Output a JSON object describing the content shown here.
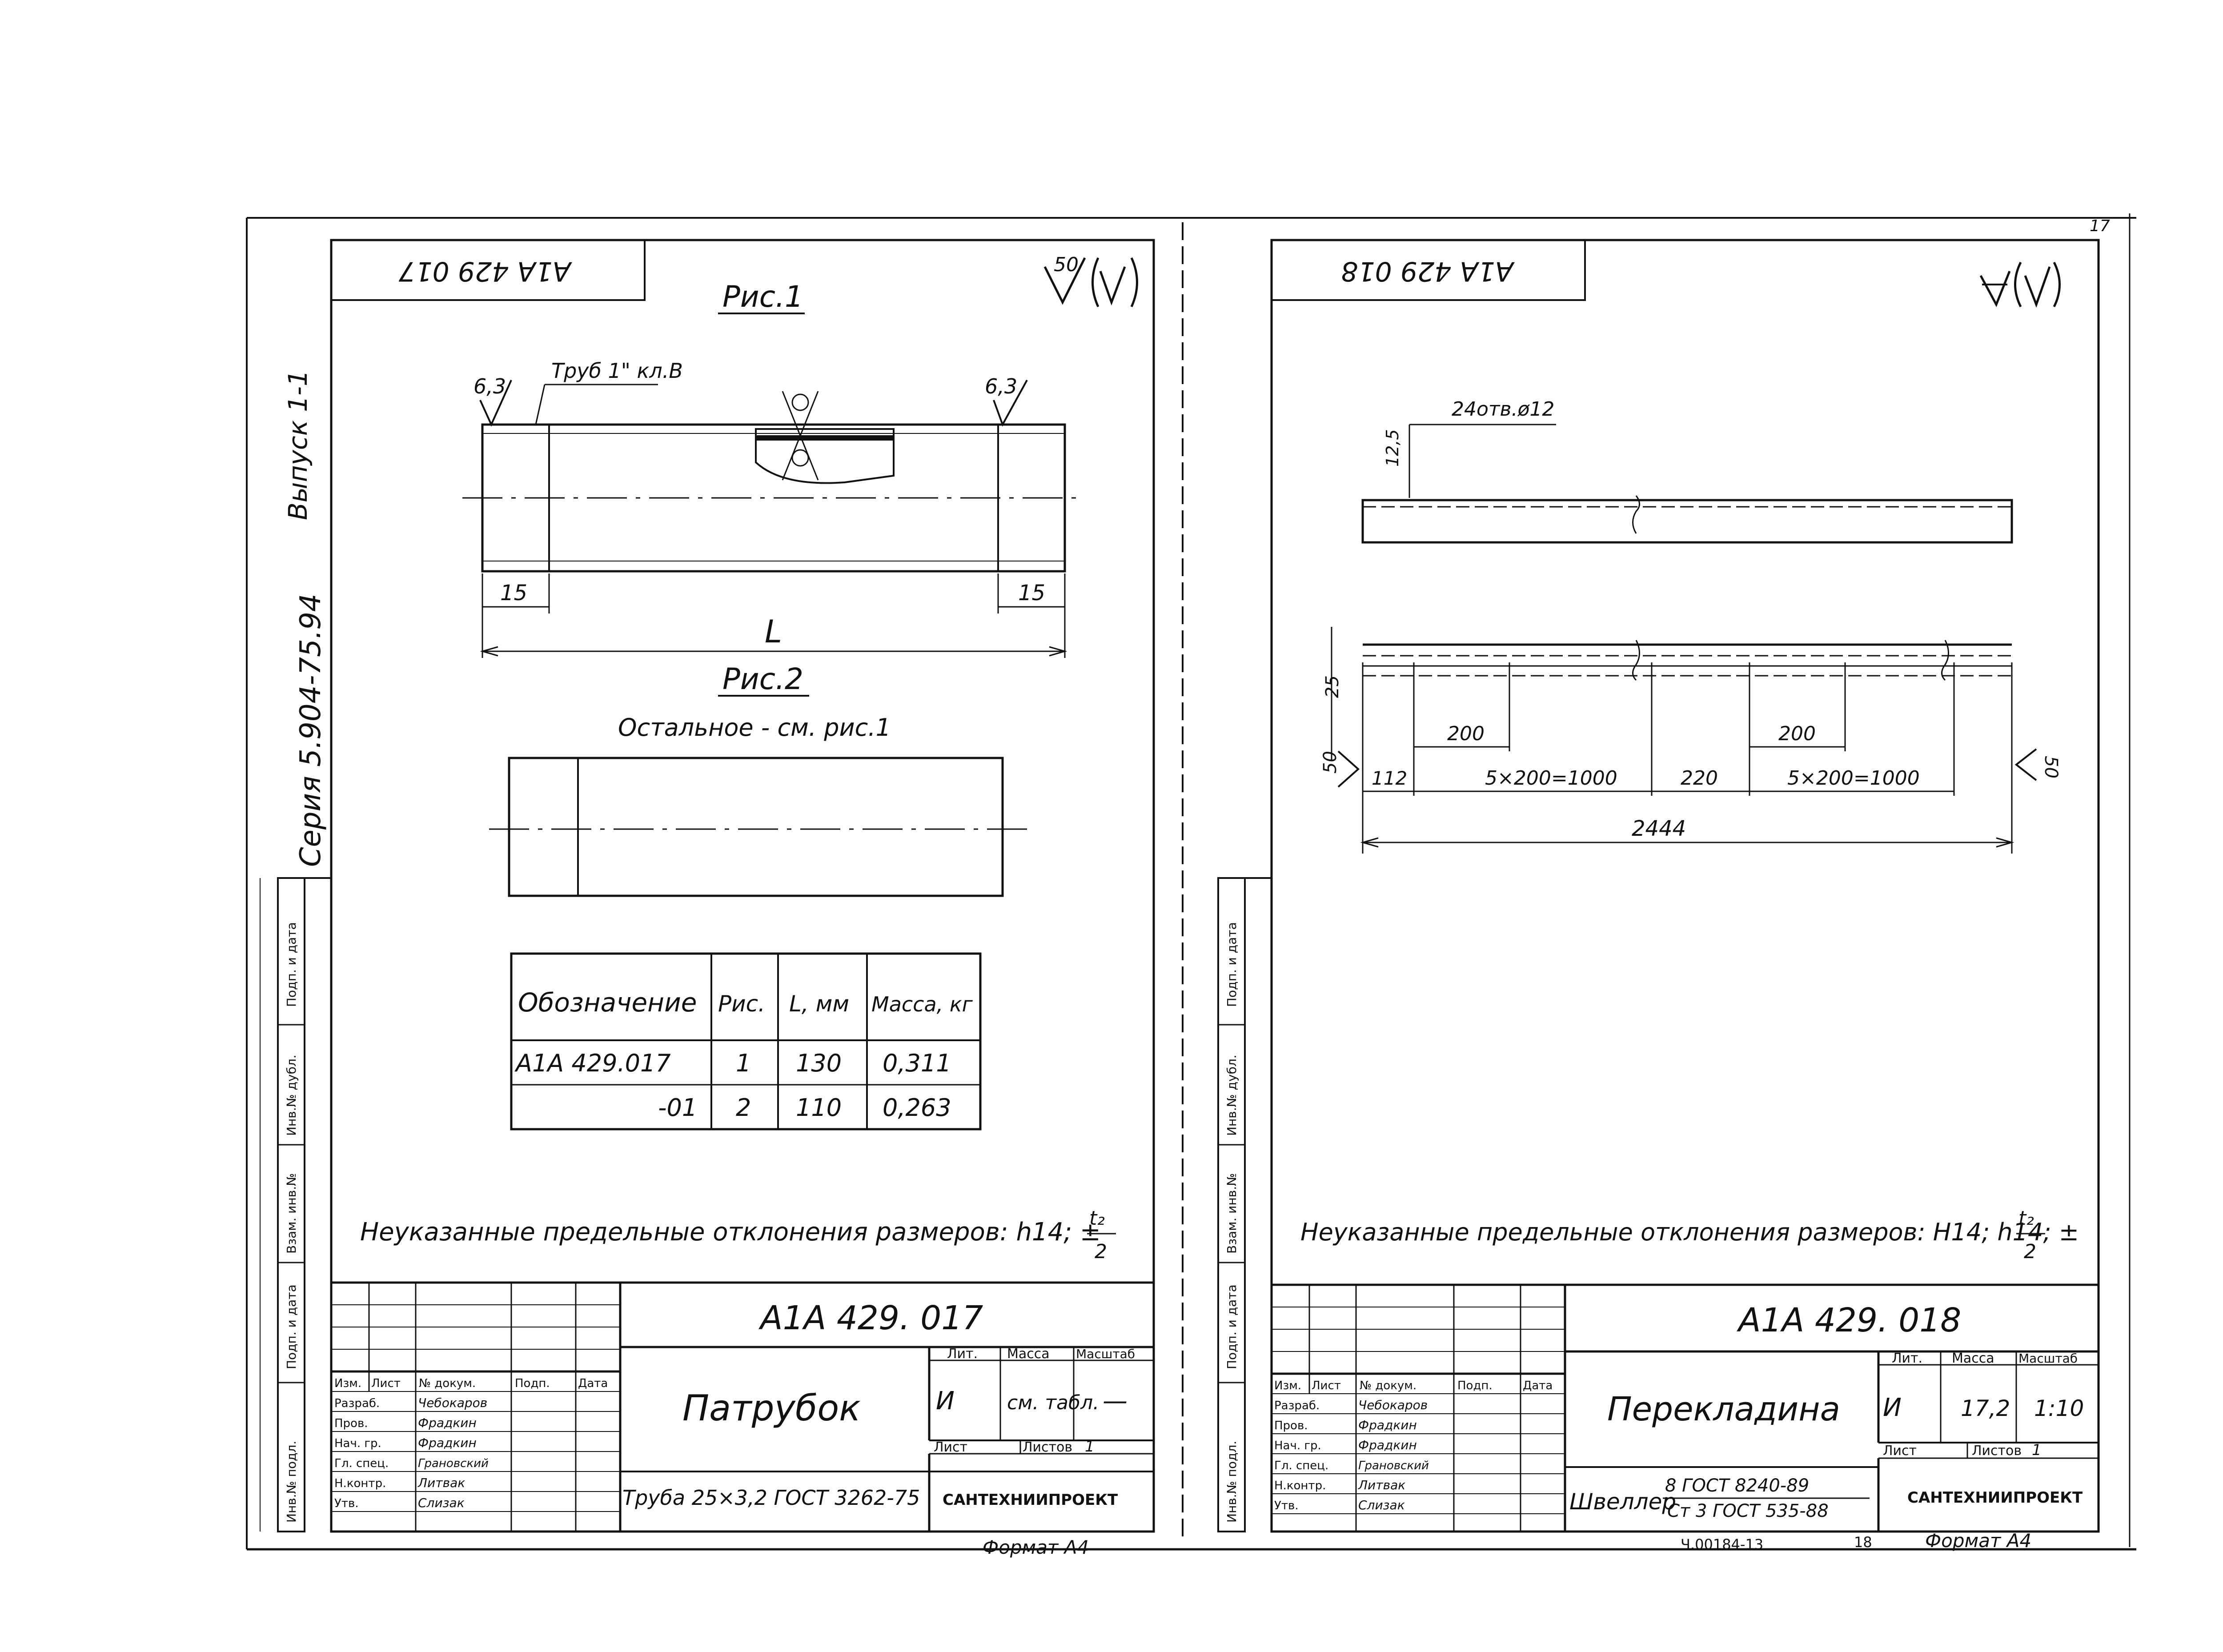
{
  "sheet_left": {
    "code_corner": "А1А 429 017",
    "roughness_corner": "50",
    "fig1_title": "Рис.1",
    "pipe_note": "Труб 1\" кл.В",
    "roughness_left": "6,3",
    "roughness_right": "6,3",
    "dim_15_left": "15",
    "dim_15_right": "15",
    "dim_L": "L",
    "fig2_title": "Рис.2",
    "fig2_note": "Остальное - см. рис.1",
    "table": {
      "headers": [
        "Обозначение",
        "Рис.",
        "L, мм",
        "Масса, кг"
      ],
      "rows": [
        [
          "А1А 429.017",
          "1",
          "130",
          "0,311"
        ],
        [
          "-01",
          "2",
          "110",
          "0,263"
        ]
      ]
    },
    "tolerance_note": "Неуказанные предельные отклонения размеров: h14; ±",
    "tolerance_frac_top": "t₂",
    "tolerance_frac_bottom": "2",
    "title_block": {
      "designation": "А1А 429. 017",
      "name": "Патрубок",
      "lit_label": "Лит.",
      "mass_label": "Масса",
      "scale_label": "Масштаб",
      "lit_value": "И",
      "mass_value": "см. табл.",
      "scale_value": "—",
      "sheet_label": "Лист",
      "sheets_label": "Листов",
      "sheets_value": "1",
      "material": "Труба 25×3,2 ГОСТ 3262-75",
      "org": "САНТЕХНИИПРОЕКТ",
      "col_heads": [
        "Изм.",
        "Лист",
        "№ докум.",
        "Подп.",
        "Дата"
      ],
      "roles": [
        "Разраб.",
        "Пров.",
        "Нач. гр.",
        "Гл. спец.",
        "Н.контр.",
        "Утв."
      ],
      "names": [
        "Чебокаров",
        "Фрадкин",
        "Фрадкин",
        "Грановский",
        "Литвак",
        "Слизак"
      ]
    },
    "format": "Формат А4"
  },
  "sheet_right": {
    "code_corner": "А1А 429 018",
    "holes_note": "24отв.ø12",
    "dim_12_5": "12,5",
    "dim_25": "25",
    "dim_200_a": "200",
    "dim_200_b": "200",
    "dim_112": "112",
    "dim_5x200_a": "5×200=1000",
    "dim_220": "220",
    "dim_5x200_b": "5×200=1000",
    "dim_2444": "2444",
    "roughness_left": "50",
    "roughness_right": "50",
    "tolerance_note": "Неуказанные предельные отклонения размеров: Н14; h14; ±",
    "tolerance_frac_top": "t₂",
    "tolerance_frac_bottom": "2",
    "title_block": {
      "designation": "А1А 429. 018",
      "name": "Перекладина",
      "lit_label": "Лит.",
      "mass_label": "Масса",
      "scale_label": "Масштаб",
      "lit_value": "И",
      "mass_value": "17,2",
      "scale_value": "1:10",
      "sheet_label": "Лист",
      "sheets_label": "Листов",
      "sheets_value": "1",
      "material_prefix": "Швеллер",
      "material_top": "8 ГОСТ 8240-89",
      "material_bottom": "Ст 3 ГОСТ 535-88",
      "org": "САНТЕХНИИПРОЕКТ",
      "col_heads": [
        "Изм.",
        "Лист",
        "№ докум.",
        "Подп.",
        "Дата"
      ],
      "roles": [
        "Разраб.",
        "Пров.",
        "Нач. гр.",
        "Гл. спец.",
        "Н.контр.",
        "Утв."
      ],
      "names": [
        "Чебокаров",
        "Фрадкин",
        "Фрадкин",
        "Грановский",
        "Литвак",
        "Слизак"
      ]
    },
    "format": "Формат А4",
    "footer_code": "Ч.00184-13",
    "footer_page": "18"
  },
  "side_stamp": {
    "series": "Серия 5.904-75.94",
    "issue": "Выпуск 1-1"
  },
  "side_fields": [
    "Подп. и дата",
    "Инв.№ дубл.",
    "Взам. инв.№",
    "Подп. и дата",
    "Инв.№ подл."
  ],
  "page_number": "17"
}
